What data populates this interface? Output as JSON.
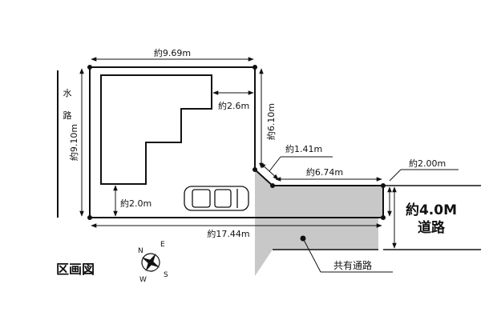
{
  "diagram": {
    "title": "区画図",
    "water_label_1": "水",
    "water_label_2": "路",
    "dims": {
      "top": "約9.69m",
      "left": "約9.10m",
      "inner_top": "約2.6m",
      "inner_left": "約2.0m",
      "right_upper": "約6.10m",
      "diagonal": "約1.41m",
      "access_top": "約6.74m",
      "access_right": "約2.00m",
      "bottom_total": "約17.44m"
    },
    "road": {
      "width_label": "約4.0M",
      "name": "道路"
    },
    "shared_path_label": "共有通路",
    "compass": {
      "n": "N",
      "e": "E",
      "s": "S",
      "w": "W"
    }
  }
}
